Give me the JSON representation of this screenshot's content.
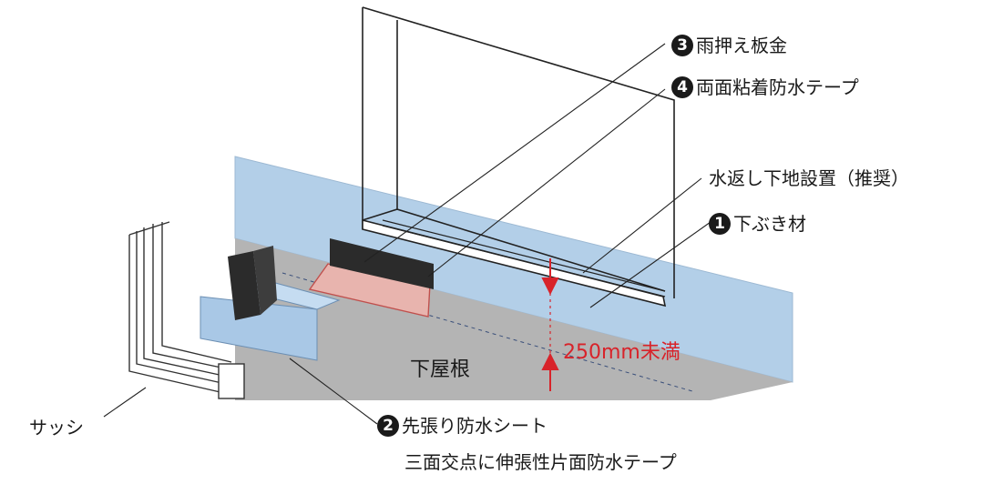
{
  "labels": {
    "item3": {
      "num": "3",
      "text": "雨押え板金"
    },
    "item4": {
      "num": "4",
      "text": "両面粘着防水テープ"
    },
    "water_base": "水返し下地設置（推奨）",
    "item1": {
      "num": "1",
      "text": "下ぶき材"
    },
    "dimension": "250mm未満",
    "roof": "下屋根",
    "sash": "サッシ",
    "item2": {
      "num": "2",
      "text": "先張り防水シート"
    },
    "three_point": "三面交点に伸張性片面防水テープ"
  },
  "colors": {
    "wall_blue": "#b3cfe8",
    "roof_gray": "#b4b4b4",
    "line": "#222222",
    "dimension_red": "#d8232a",
    "flashing_red": "#d88a84",
    "tape_dark": "#2b2b2b"
  }
}
